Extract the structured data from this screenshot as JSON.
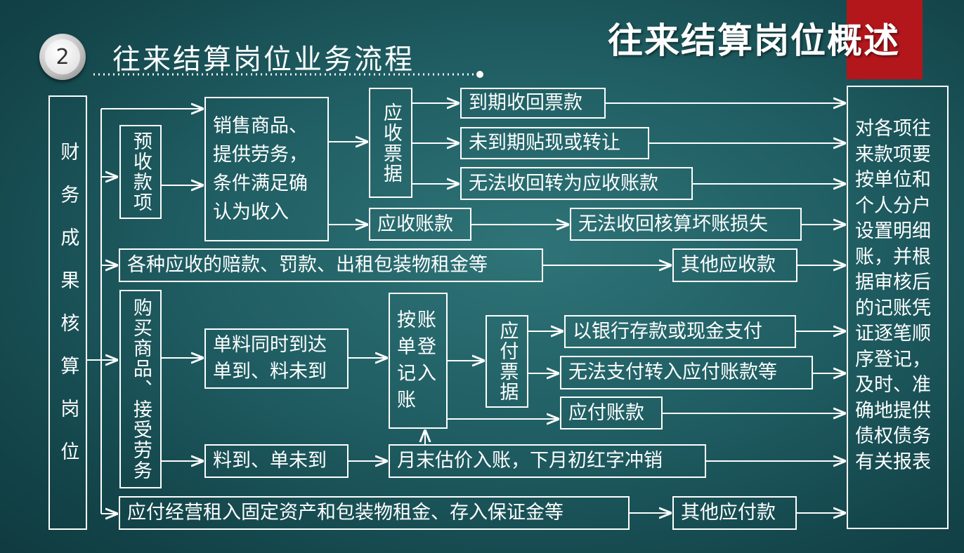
{
  "header": {
    "badge_number": "2",
    "title": "往来结算岗位业务流程",
    "overview": "往来结算岗位概述",
    "accent_color": "#b3161b"
  },
  "diagram": {
    "root": "财务成果核算岗位",
    "advance_receipt": "预收款项",
    "sales_condition": "销售商品、提供劳务，条件满足确认为收入",
    "notes_receivable": "应收票据",
    "nr_due": "到期收回票款",
    "nr_discount": "未到期贴现或转让",
    "nr_uncollectable": "无法收回转为应收账款",
    "accounts_receivable": "应收账款",
    "bad_debt": "无法收回核算坏账损失",
    "other_claims": "各种应收的赔款、罚款、出租包装物租金等",
    "other_receivables": "其他应收款",
    "purchase": "购买商品、接受劳务",
    "arrive_together": "单料同时到达 单到、料未到",
    "record_by_invoice": "按账单登记入账",
    "notes_payable": "应付票据",
    "pay_bank_cash": "以银行存款或现金支付",
    "np_unpayable": "无法支付转入应付账款等",
    "accounts_payable": "应付账款",
    "goods_no_invoice": "料到、单未到",
    "month_end": "月末估价入账，下月初红字冲销",
    "other_payable_items": "应付经营租入固定资产和包装物租金、存入保证金等",
    "other_payables": "其他应付款",
    "summary": "对各项往来款项要按单位和个人分户设置明细账，并根据审核后的记账凭证逐笔顺序登记，及时、准确地提供债权债务有关报表"
  }
}
